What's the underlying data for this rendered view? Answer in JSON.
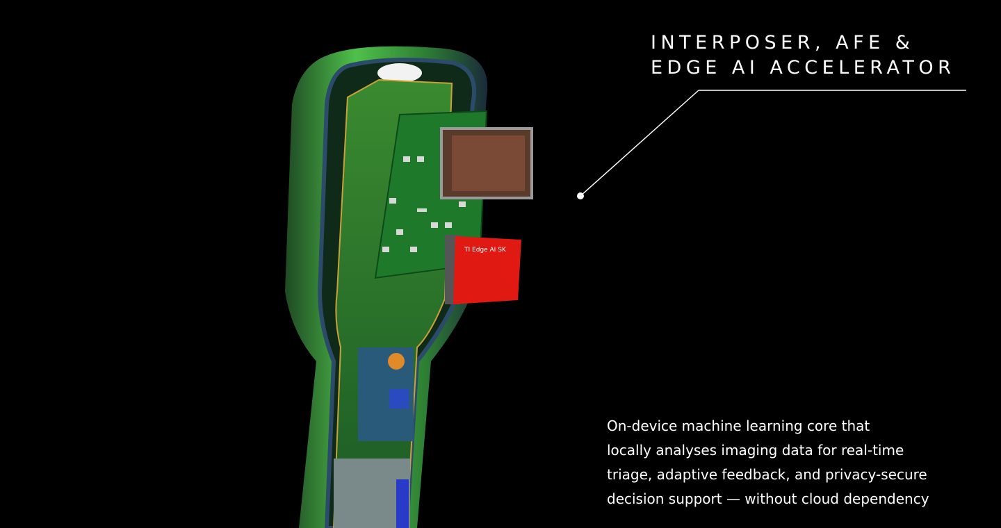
{
  "callout": {
    "title_line1": "INTERPOSER, AFE &",
    "title_line2": "EDGE AI ACCELERATOR"
  },
  "description": {
    "lines": [
      "On-device machine learning core that",
      "locally analyses imaging data for real-time",
      "triage, adaptive feedback, and privacy-secure",
      "decision support — without cloud dependency"
    ]
  },
  "device": {
    "chip_label": "TI Edge AI SK"
  },
  "colors": {
    "background": "#000000",
    "shell_green": "#3fae3a",
    "pcb_green": "#1f6a2a",
    "chip_red": "#e01a12",
    "text": "#ffffff"
  }
}
